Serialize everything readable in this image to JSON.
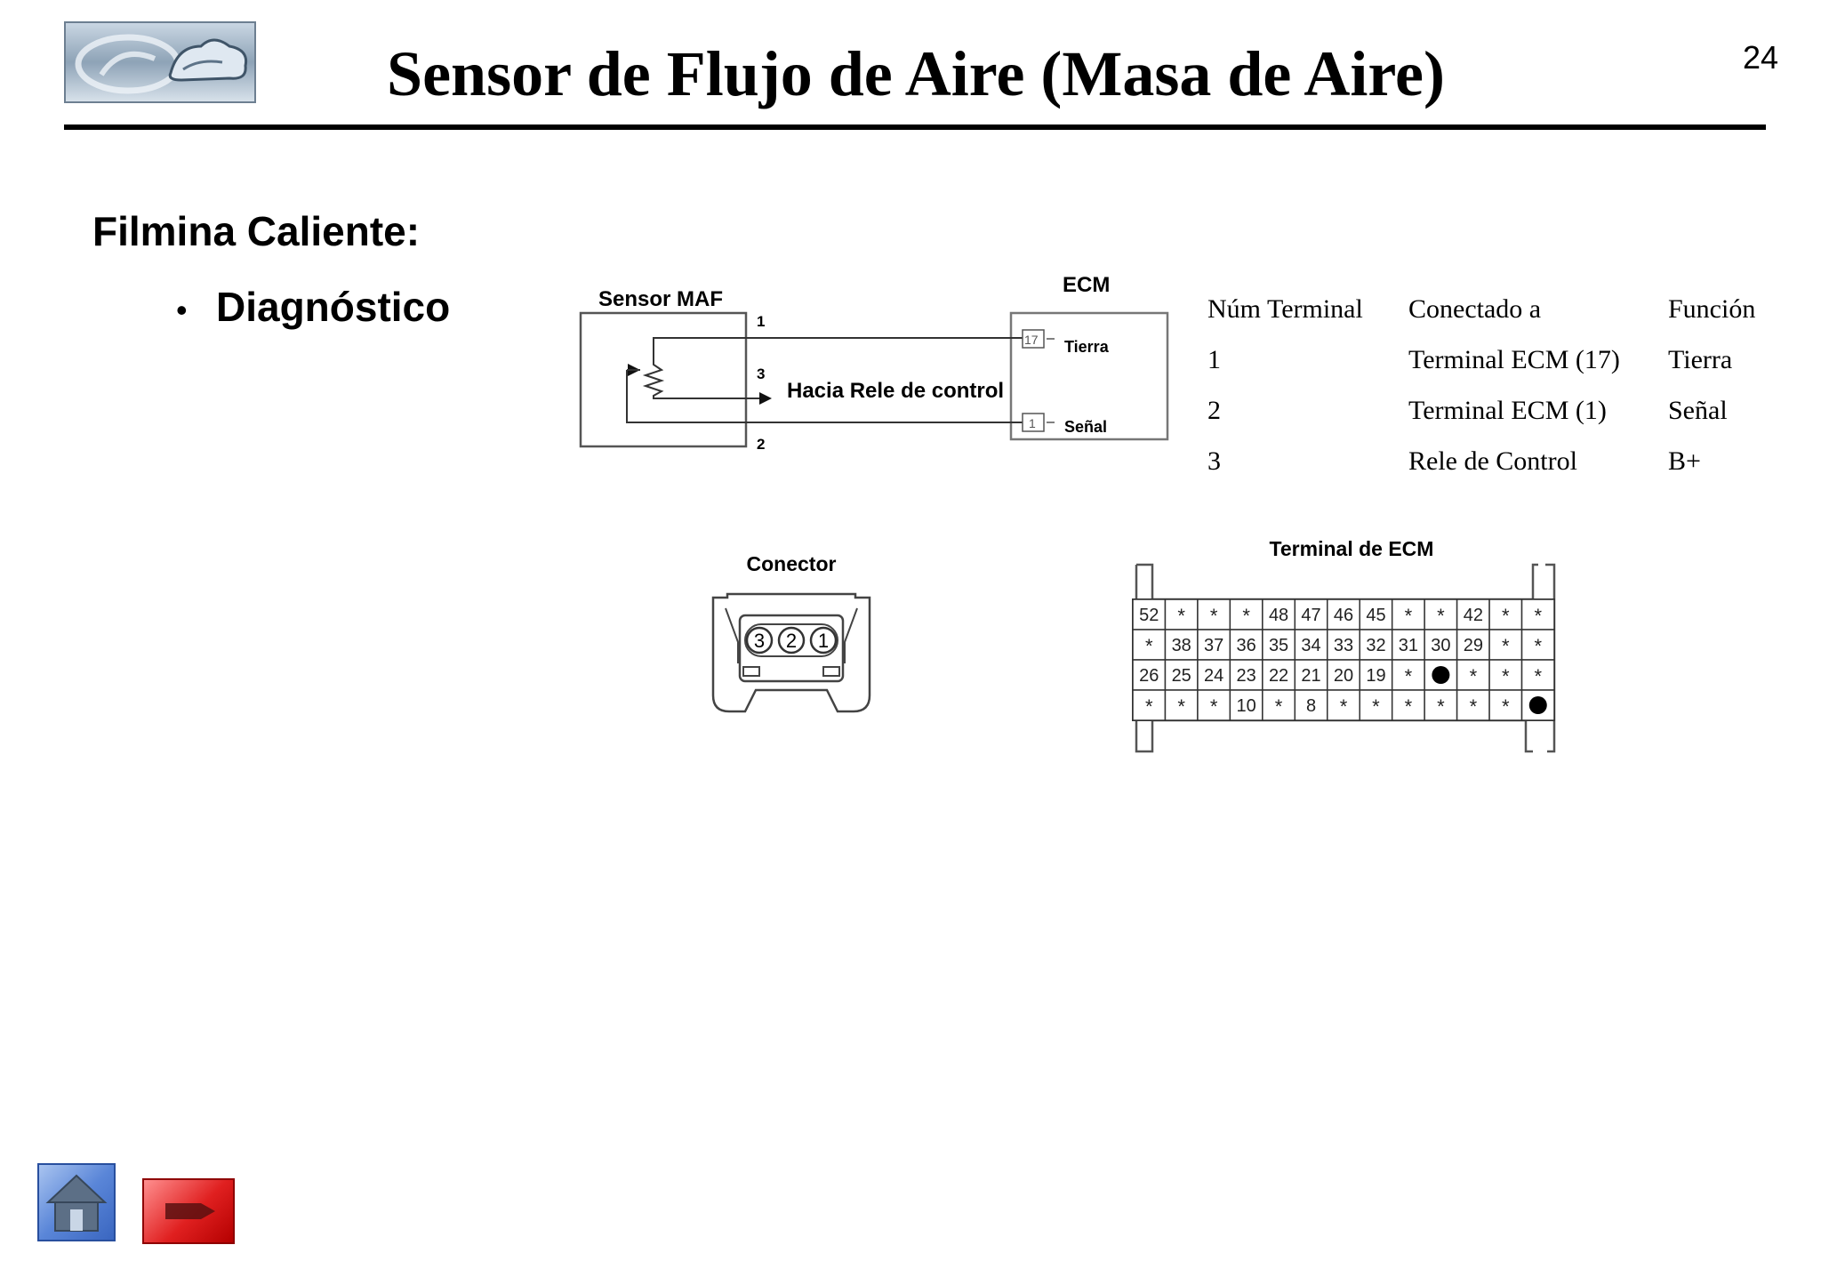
{
  "slide": {
    "title": "Sensor de Flujo de Aire (Masa de Aire)",
    "number": "24",
    "heading": "Filmina Caliente:",
    "bullet_glyph": "•",
    "bullet": "Diagnóstico"
  },
  "wiring": {
    "sensor_label": "Sensor MAF",
    "ecm_label": "ECM",
    "relay_label": "Hacia Rele de control",
    "pin_1": "1",
    "pin_3": "3",
    "pin_2": "2",
    "ecm_pin_17": "17",
    "ecm_pin_1": "1",
    "tierra": "Tierra",
    "senal": "Señal"
  },
  "terminal_table": {
    "headers": [
      "Núm Terminal",
      "Conectado a",
      "Función"
    ],
    "rows": [
      [
        "1",
        "Terminal ECM (17)",
        "Tierra"
      ],
      [
        "2",
        "Terminal ECM (1)",
        "Señal"
      ],
      [
        "3",
        "Rele de Control",
        "B+"
      ]
    ]
  },
  "connector": {
    "label": "Conector",
    "pins": [
      "3",
      "2",
      "1"
    ]
  },
  "ecm_terminal": {
    "label": "Terminal de ECM",
    "rows": [
      [
        "52",
        "*",
        "*",
        "*",
        "48",
        "47",
        "46",
        "45",
        "*",
        "*",
        "42",
        "*",
        "*"
      ],
      [
        "*",
        "38",
        "37",
        "36",
        "35",
        "34",
        "33",
        "32",
        "31",
        "30",
        "29",
        "*",
        "*"
      ],
      [
        "26",
        "25",
        "24",
        "23",
        "22",
        "21",
        "20",
        "19",
        "*",
        "●",
        "*",
        "*",
        "*"
      ],
      [
        "*",
        "*",
        "*",
        "10",
        "*",
        "8",
        "*",
        "*",
        "*",
        "*",
        "*",
        "*",
        "●"
      ]
    ]
  },
  "nav": {
    "home_icon": "home-icon",
    "exit_icon": "exit-icon"
  },
  "colors": {
    "logo_border": "#6d7f91",
    "home_button": "#5a86d8",
    "exit_button": "#e02020"
  }
}
